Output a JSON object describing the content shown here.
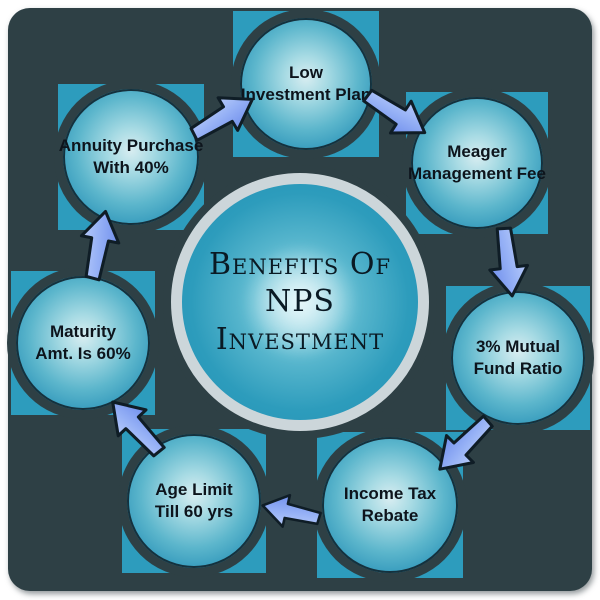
{
  "diagram": {
    "title": {
      "line1": "Benefits Of",
      "line2": "NPS Investment"
    },
    "nodes": [
      {
        "id": "low-investment-plan",
        "line1": "Low",
        "line2": "Investment Plan"
      },
      {
        "id": "meager-management-fee",
        "line1": "Meager",
        "line2": "Management Fee"
      },
      {
        "id": "mutual-fund-ratio",
        "line1": "3% Mutual",
        "line2": "Fund Ratio"
      },
      {
        "id": "income-tax-rebate",
        "line1": "Income Tax",
        "line2": "Rebate"
      },
      {
        "id": "age-limit",
        "line1": "Age Limit",
        "line2": "Till 60 yrs"
      },
      {
        "id": "maturity-amount",
        "line1": "Maturity",
        "line2": "Amt. Is 60%"
      },
      {
        "id": "annuity-purchase",
        "line1": "Annuity Purchase",
        "line2": "With 40%"
      }
    ],
    "flow": [
      {
        "from": "annuity-purchase",
        "to": "low-investment-plan"
      },
      {
        "from": "low-investment-plan",
        "to": "meager-management-fee"
      },
      {
        "from": "meager-management-fee",
        "to": "mutual-fund-ratio"
      },
      {
        "from": "mutual-fund-ratio",
        "to": "income-tax-rebate"
      },
      {
        "from": "income-tax-rebate",
        "to": "age-limit"
      },
      {
        "from": "age-limit",
        "to": "maturity-amount"
      },
      {
        "from": "maturity-amount",
        "to": "annuity-purchase"
      }
    ],
    "colors": {
      "background_dark": "#2e4045",
      "page_white": "#ffffff",
      "node_teal_edge": "#2689ad",
      "node_teal_center": "#d8edf1",
      "square_teal": "#2d9cbd",
      "center_ring_silver": "#ccd6da",
      "center_fill_teal": "#2d9cbc",
      "arrow_blue_light": "#c2d3fb",
      "arrow_blue_dark": "#7795ee",
      "outline_dark": "#0f1d26",
      "text_dark": "#0d141c"
    }
  }
}
